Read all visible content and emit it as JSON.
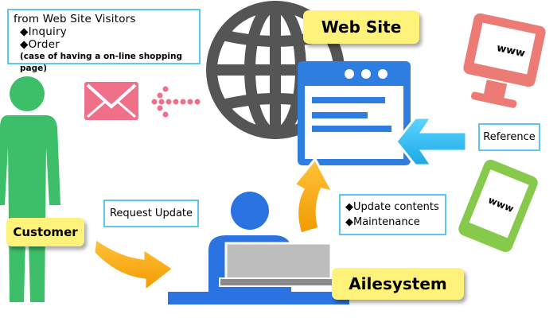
{
  "visitors_box": {
    "title": "from Web Site Visitors",
    "items": [
      "◆Inquiry",
      "◆Order"
    ],
    "note": "(case of having a on-line shopping page)"
  },
  "labels": {
    "website": "Web Site",
    "customer": "Customer",
    "ailesystem": "Ailesystem",
    "request_update": "Request Update",
    "reference": "Reference",
    "update_items": [
      "◆Update contents",
      "◆Maintenance"
    ]
  },
  "devices": {
    "monitor_text": "www",
    "phone_text": "www"
  },
  "colors": {
    "customer_green": "#3dbf6a",
    "person_blue": "#2b73e0",
    "arrow_orange": "#f5a300",
    "arrow_cyan": "#2bbdf0",
    "mail_pink": "#f0708a",
    "globe_gray": "#555555",
    "monitor_red": "#ec7b76",
    "phone_green": "#86c94b",
    "label_yellow": "#fff27a",
    "box_border": "#5bc8ee"
  }
}
